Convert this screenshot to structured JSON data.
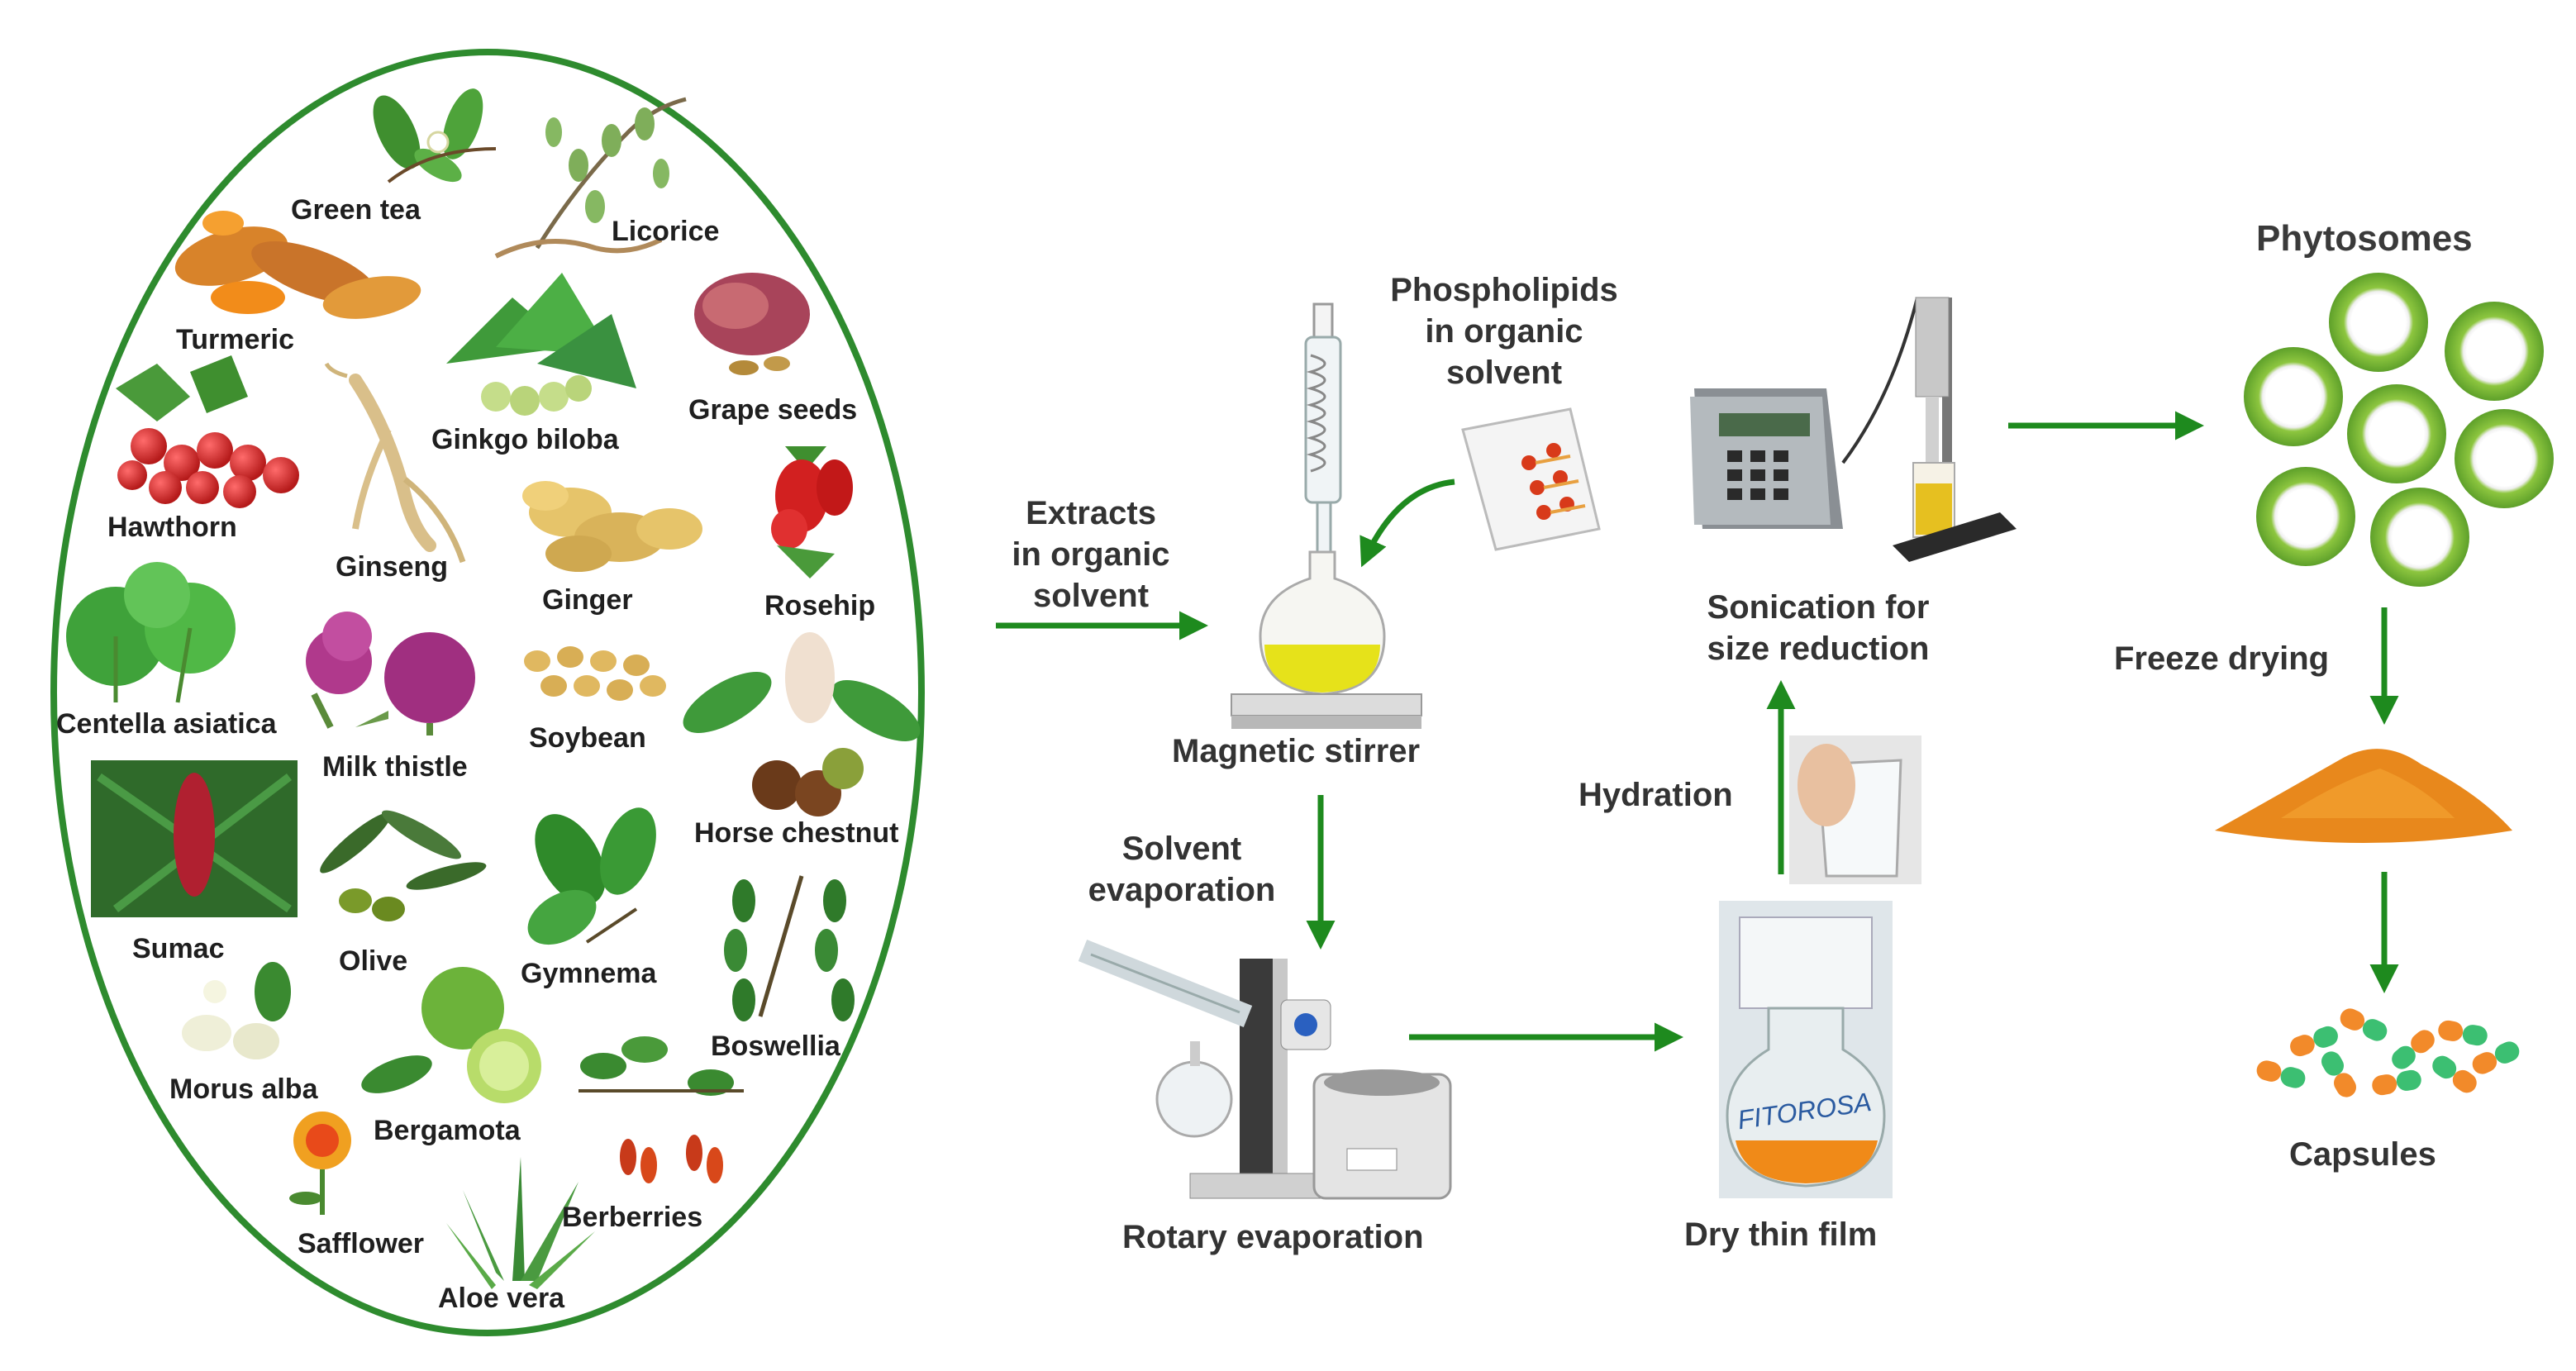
{
  "plants": {
    "green_tea": "Green tea",
    "licorice": "Licorice",
    "turmeric": "Turmeric",
    "grape_seeds": "Grape seeds",
    "ginkgo": "Ginkgo biloba",
    "hawthorn": "Hawthorn",
    "ginseng": "Ginseng",
    "ginger": "Ginger",
    "rosehip": "Rosehip",
    "centella": "Centella asiatica",
    "milk_thistle": "Milk thistle",
    "soybean": "Soybean",
    "horse_chestnut": "Horse chestnut",
    "sumac": "Sumac",
    "olive": "Olive",
    "gymnema": "Gymnema",
    "boswellia": "Boswellia",
    "morus": "Morus alba",
    "bergamota": "Bergamota",
    "safflower": "Safflower",
    "berberries": "Berberries",
    "aloe": "Aloe vera"
  },
  "process": {
    "extracts": "Extracts\nin organic\nsolvent",
    "phospholipids": "Phospholipids\nin organic\nsolvent",
    "magnetic_stirrer": "Magnetic stirrer",
    "solvent_evaporation": "Solvent\nevaporation",
    "rotary_evaporation": "Rotary evaporation",
    "dry_thin_film": "Dry thin film",
    "hydration": "Hydration",
    "sonication": "Sonication for\nsize reduction",
    "phytosomes": "Phytosomes",
    "freeze_drying": "Freeze drying",
    "capsules": "Capsules",
    "flask_text": "FITOROSA"
  },
  "colors": {
    "arrow": "#1e8a1e",
    "oval_border": "#2e8b2e",
    "liquid": "#e6e21a",
    "powder": "#e8881c",
    "phytosome": "#7cb82f"
  }
}
